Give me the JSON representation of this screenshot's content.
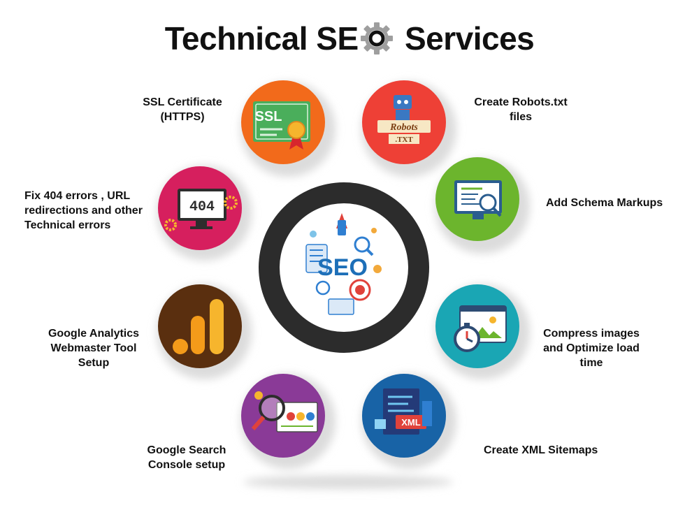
{
  "title": {
    "before": "Technical SE",
    "after": "Services"
  },
  "center": {
    "text": "SEO"
  },
  "services": [
    {
      "id": "ssl",
      "lines": [
        "SSL Certificate",
        "(HTTPS)"
      ],
      "icon_text": "SSL",
      "color": "#f26a1b"
    },
    {
      "id": "robots",
      "lines": [
        "Create Robots.txt",
        "files"
      ],
      "icon_text": "Robots",
      "icon_subtext": ".TXT",
      "color": "#ee4036"
    },
    {
      "id": "schema",
      "lines": [
        "Add Schema Markups"
      ],
      "color": "#6cb52d"
    },
    {
      "id": "compress",
      "lines": [
        "Compress images",
        "and Optimize load",
        "time"
      ],
      "color": "#1aa6b4"
    },
    {
      "id": "sitemap",
      "lines": [
        "Create XML Sitemaps"
      ],
      "icon_text": "XML",
      "color": "#1d6fb8"
    },
    {
      "id": "search-console",
      "lines": [
        "Google Search",
        "Console setup"
      ],
      "color": "#8a3a97"
    },
    {
      "id": "analytics",
      "lines": [
        "Google Analytics",
        "Webmaster Tool",
        "Setup"
      ],
      "color": "#5a2f0f"
    },
    {
      "id": "404",
      "lines": [
        "Fix 404 errors , URL",
        "redirections and other",
        "Technical errors"
      ],
      "icon_text": "404",
      "color": "#d61f5e"
    }
  ],
  "colors": {
    "ring": "#2c2c2c",
    "gear": "#9e9e9e",
    "text": "#111111"
  }
}
